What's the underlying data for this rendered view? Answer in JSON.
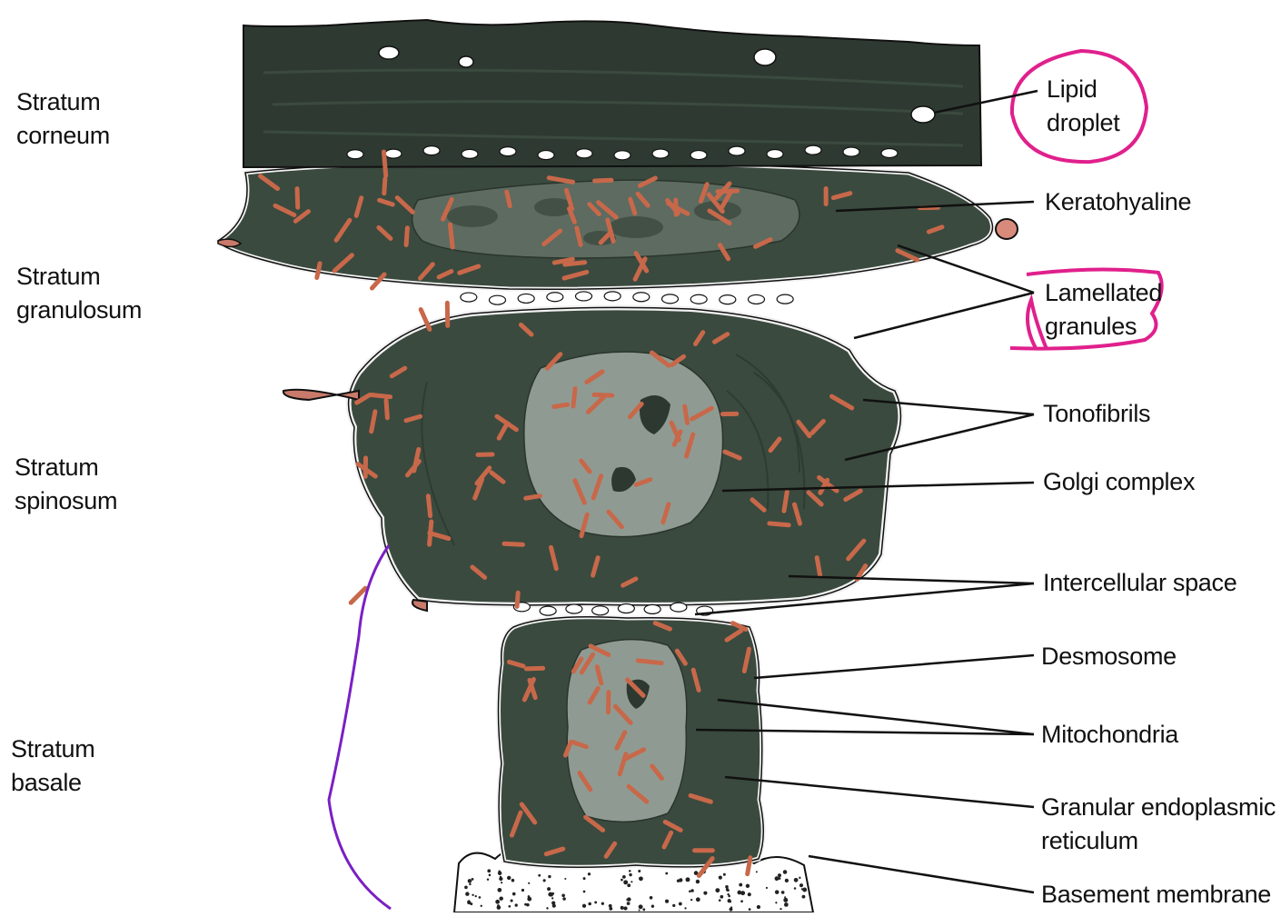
{
  "layers": [
    {
      "id": "corneum",
      "lines": [
        "Stratum",
        "corneum"
      ]
    },
    {
      "id": "granulosum",
      "lines": [
        "Stratum",
        "granulosum"
      ]
    },
    {
      "id": "spinosum",
      "lines": [
        "Stratum",
        "spinosum"
      ]
    },
    {
      "id": "basale",
      "lines": [
        "Stratum",
        "basale"
      ]
    }
  ],
  "structures": [
    {
      "id": "lipid-droplet",
      "lines": [
        "Lipid",
        "droplet"
      ],
      "highlighted": true
    },
    {
      "id": "keratohyaline",
      "lines": [
        "Keratohyaline"
      ]
    },
    {
      "id": "lamellated-granules",
      "lines": [
        "Lamellated",
        "granules"
      ],
      "highlighted": true
    },
    {
      "id": "tonofibrils",
      "lines": [
        "Tonofibrils"
      ]
    },
    {
      "id": "golgi-complex",
      "lines": [
        "Golgi complex"
      ]
    },
    {
      "id": "intercellular-space",
      "lines": [
        "Intercellular space"
      ]
    },
    {
      "id": "desmosome",
      "lines": [
        "Desmosome"
      ]
    },
    {
      "id": "mitochondria",
      "lines": [
        "Mitochondria"
      ]
    },
    {
      "id": "granular-endoplasmic-reticulum",
      "lines": [
        "Granular endoplasmic",
        "reticulum"
      ]
    },
    {
      "id": "basement-membrane",
      "lines": [
        "Basement membrane"
      ]
    }
  ],
  "colors": {
    "cell": "#3b4a3f",
    "cell_dark": "#2f3b33",
    "nucleus": "#8e9a91",
    "granule": "#c8684a",
    "highlight": "#e0208c",
    "annotation_line": "#7a1fc4",
    "leader": "#111111"
  }
}
